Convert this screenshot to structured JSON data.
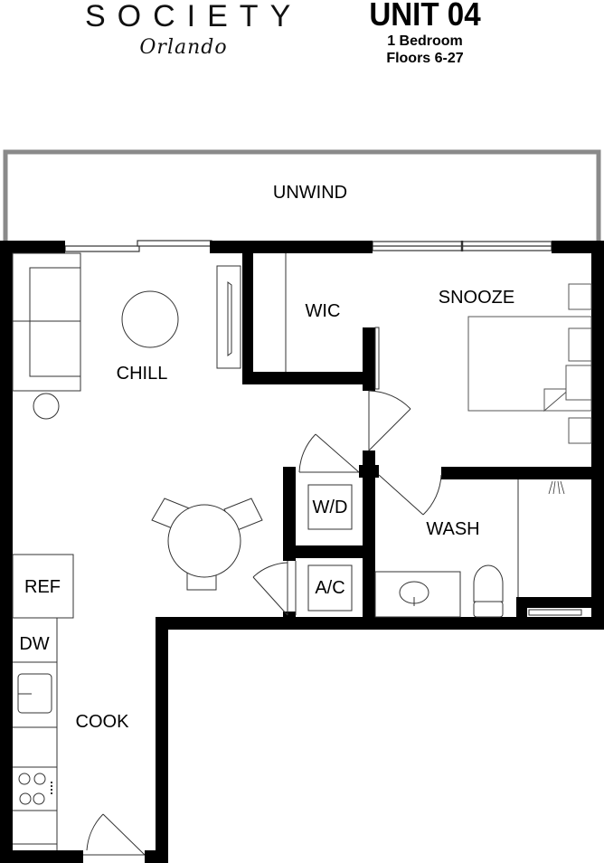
{
  "header": {
    "brand": "SOCIETY",
    "city": "Orlando",
    "unit_title": "UNIT 04",
    "bedrooms": "1 Bedroom",
    "floors": "Floors 6-27"
  },
  "rooms": {
    "balcony": "UNWIND",
    "living": "CHILL",
    "closet": "WIC",
    "bedroom": "SNOOZE",
    "laundry": "W/D",
    "hvac": "A/C",
    "bathroom": "WASH",
    "fridge": "REF",
    "dishwasher": "DW",
    "kitchen": "COOK"
  },
  "colors": {
    "wall": "#000000",
    "balcony_rail": "#8a8a8a",
    "fixture_line": "#333333"
  }
}
